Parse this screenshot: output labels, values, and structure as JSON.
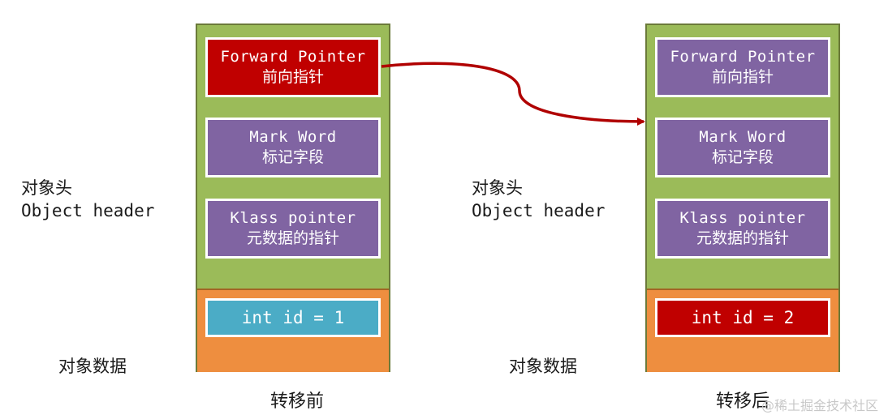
{
  "left": {
    "header_cn": "对象头",
    "header_en": "Object header",
    "data_label": "对象数据",
    "caption": "转移前",
    "forward_en": "Forward Pointer",
    "forward_cn": "前向指针",
    "mark_en": "Mark Word",
    "mark_cn": "标记字段",
    "klass_en": "Klass pointer",
    "klass_cn": "元数据的指针",
    "int_field": "int id = 1"
  },
  "right": {
    "header_cn": "对象头",
    "header_en": "Object header",
    "data_label": "对象数据",
    "caption": "转移后",
    "forward_en": "Forward Pointer",
    "forward_cn": "前向指针",
    "mark_en": "Mark Word",
    "mark_cn": "标记字段",
    "klass_en": "Klass pointer",
    "klass_cn": "元数据的指针",
    "int_field": "int id = 2"
  },
  "watermark": "@稀土掘金技术社区",
  "colors": {
    "header_bg": "#9bbb59",
    "data_bg": "#ee8e3f",
    "purple_field": "#8064a2",
    "red_field": "#c00000",
    "blue_field": "#4bacc6",
    "arrow": "#b00000"
  }
}
